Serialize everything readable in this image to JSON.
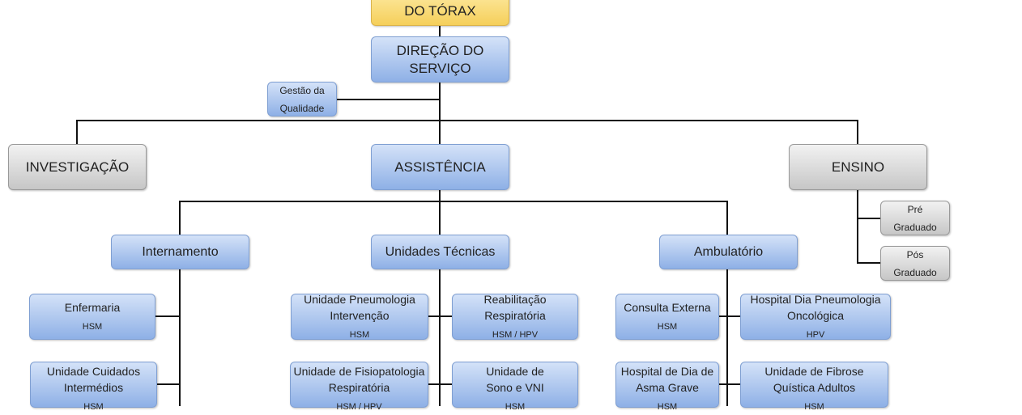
{
  "top": {
    "label": "DO TÓRAX"
  },
  "direcao": {
    "line1": "DIREÇÃO DO",
    "line2": "SERVIÇO"
  },
  "gestao": {
    "line1": "Gestão da",
    "line2": "Qualidade"
  },
  "investigacao": "INVESTIGAÇÃO",
  "assistencia": "ASSISTÊNCIA",
  "ensino": {
    "label": "ENSINO",
    "pre": {
      "l1": "Pré",
      "l2": "Graduado"
    },
    "pos": {
      "l1": "Pós",
      "l2": "Graduado"
    }
  },
  "internamento": {
    "label": "Internamento",
    "units": [
      {
        "l1": "Enfermaria",
        "l2": "",
        "loc": "HSM"
      },
      {
        "l1": "Unidade Cuidados",
        "l2": "Intermédios",
        "loc": "HSM"
      }
    ]
  },
  "tecnicas": {
    "label": "Unidades Técnicas",
    "units": [
      {
        "l1": "Unidade Pneumologia",
        "l2": "Intervenção",
        "loc": "HSM"
      },
      {
        "l1": "Reabilitação",
        "l2": "Respiratória",
        "loc": "HSM / HPV"
      },
      {
        "l1": "Unidade de Fisiopatologia",
        "l2": "Respiratória",
        "loc": "HSM / HPV"
      },
      {
        "l1": "Unidade de",
        "l2": "Sono e VNI",
        "loc": "HSM"
      }
    ]
  },
  "ambulatorio": {
    "label": "Ambulatório",
    "units": [
      {
        "l1": "Consulta Externa",
        "l2": "",
        "loc": "HSM"
      },
      {
        "l1": "Hospital Dia Pneumologia",
        "l2": "Oncológica",
        "loc": "HPV"
      },
      {
        "l1": "Hospital de Dia de",
        "l2": "Asma Grave",
        "loc": "HSM"
      },
      {
        "l1": "Unidade de Fibrose",
        "l2": "Quística Adultos",
        "loc": "HSM"
      }
    ]
  }
}
